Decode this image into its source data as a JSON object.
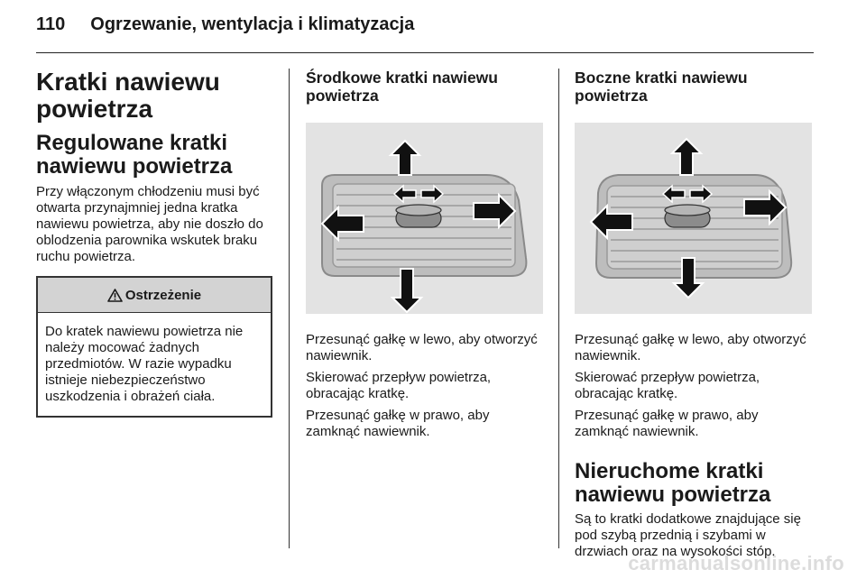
{
  "header": {
    "page_number": "110",
    "chapter_title": "Ogrzewanie, wentylacja i klimatyzacja"
  },
  "col1": {
    "title": "Kratki nawiewu powietrza",
    "subtitle": "Regulowane kratki nawiewu powietrza",
    "intro": "Przy włączonym chłodzeniu musi być otwarta przynajmniej jedna kratka nawiewu powietrza, aby nie doszło do oblodzenia parownika wskutek braku ruchu powietrza.",
    "warning": {
      "icon": "warning-triangle-icon",
      "label": "Ostrzeżenie",
      "text": "Do kratek nawiewu powietrza nie należy mocować żadnych przedmiotów. W razie wypadku istnieje niebezpieczeństwo uszkodzenia i obrażeń ciała."
    }
  },
  "col2": {
    "title": "Środkowe kratki nawiewu powietrza",
    "paragraphs": [
      "Przesunąć gałkę w lewo, aby otworzyć nawiewnik.",
      "Skierować przepływ powietrza, obracając kratkę.",
      "Przesunąć gałkę w prawo, aby zamknąć nawiewnik."
    ]
  },
  "col3": {
    "title": "Boczne kratki nawiewu powietrza",
    "paragraphs": [
      "Przesunąć gałkę w lewo, aby otworzyć nawiewnik.",
      "Skierować przepływ powietrza, obracając kratkę.",
      "Przesunąć gałkę w prawo, aby zamknąć nawiewnik."
    ],
    "section2_title": "Nieruchome kratki nawiewu powietrza",
    "section2_text": "Są to kratki dodatkowe znajdujące się pod szybą przednią i szybami w drzwiach oraz na wysokości stóp."
  },
  "footer": {
    "watermark": "carmanualsonline.info"
  }
}
